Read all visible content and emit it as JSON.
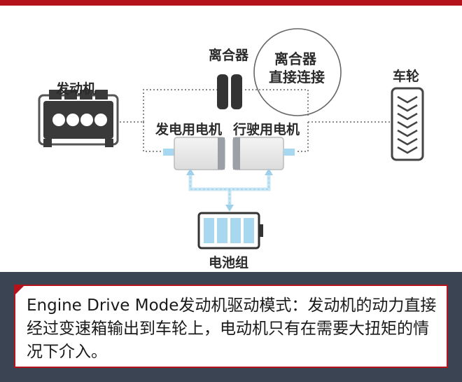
{
  "header": {
    "accent_color": "#b4131b"
  },
  "diagram": {
    "labels": {
      "engine": "发动机",
      "clutch": "离合器",
      "clutch_direct": [
        "离合器",
        "直接连接"
      ],
      "wheel": "车轮",
      "generator": "发电用电机",
      "drive_motor": "行驶用电机",
      "battery": "电池组"
    },
    "icons": [
      "engine-icon",
      "clutch-icon",
      "wheel-icon",
      "generator-motor-icon",
      "drive-motor-icon",
      "battery-icon"
    ]
  },
  "caption": {
    "text": "Engine Drive Mode发动机驱动模式：发动机的动力直接经过变速箱输出到车轮上，电动机只有在需要大扭矩的情况下介入。",
    "background": "#3b4452",
    "border_color": "#b4131b"
  }
}
